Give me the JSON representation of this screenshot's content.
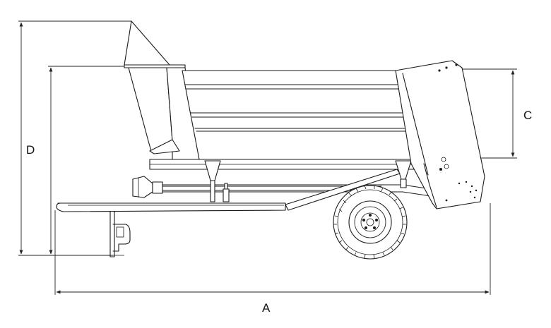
{
  "diagram": {
    "dimension_labels": {
      "A": "A",
      "C": "C",
      "D": "D"
    }
  }
}
